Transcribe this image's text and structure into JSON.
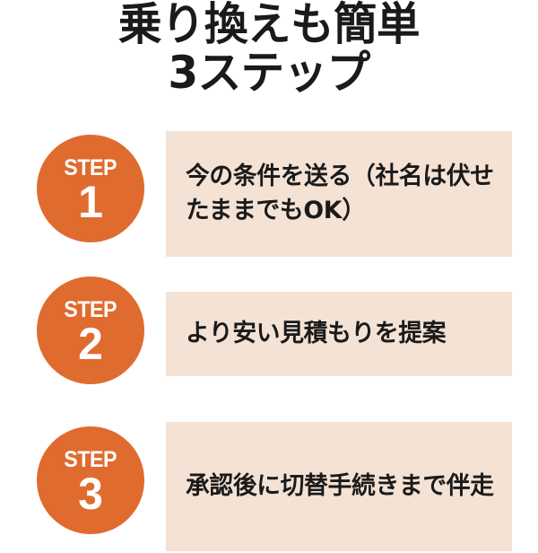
{
  "theme": {
    "background": "#ffffff",
    "accent_orange": "#E06B2F",
    "panel_beige": "#F4E2D5",
    "text_dark": "#1a1a1a",
    "text_on_accent": "#ffffff"
  },
  "heading": {
    "line1": "乗り換えも簡単",
    "line2": "3ステップ"
  },
  "steps": [
    {
      "badge_label": "STEP",
      "badge_number": "1",
      "description": "今の条件を送る（社名は伏せたままでもOK）"
    },
    {
      "badge_label": "STEP",
      "badge_number": "2",
      "description": "より安い見積もりを提案"
    },
    {
      "badge_label": "STEP",
      "badge_number": "3",
      "description": "承認後に切替手続きまで伴走"
    }
  ]
}
